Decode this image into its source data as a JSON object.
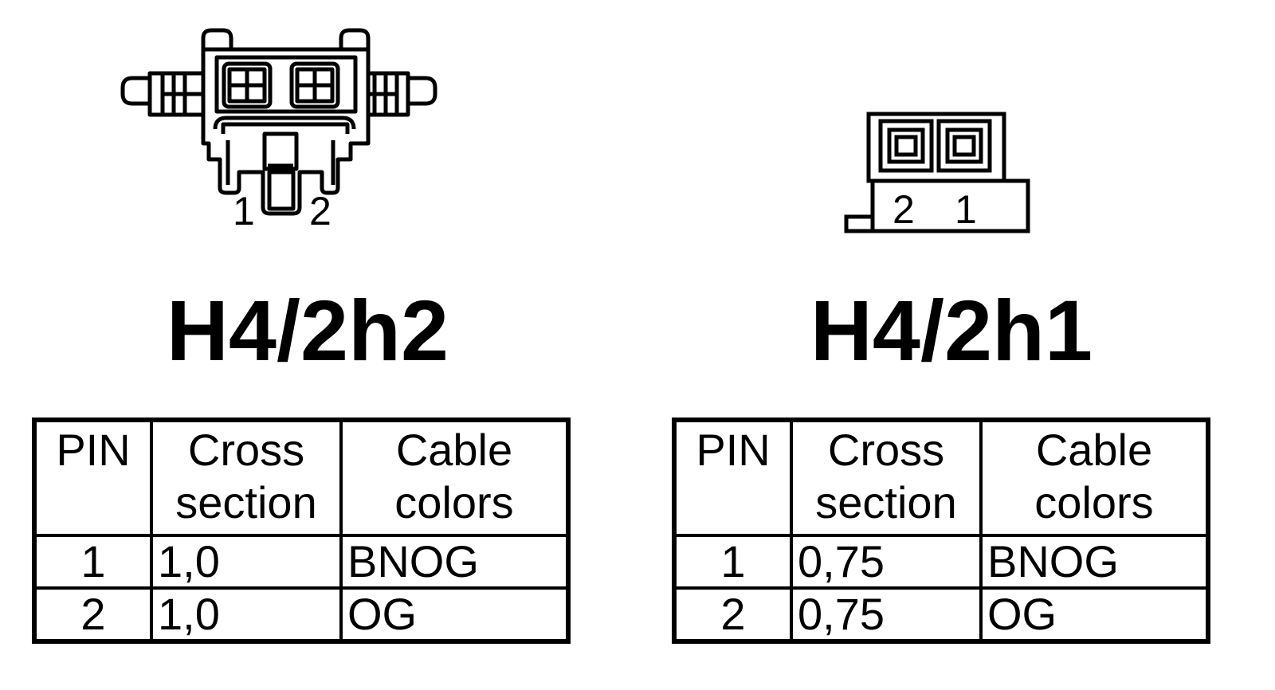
{
  "connectors": [
    {
      "title": "H4/2h2",
      "pin_labels": [
        "1",
        "2"
      ],
      "table": {
        "headers": {
          "pin": "PIN",
          "cross_section": [
            "Cross",
            "section"
          ],
          "cable_colors": [
            "Cable",
            "colors"
          ]
        },
        "rows": [
          {
            "pin": "1",
            "cross_section": "1,0",
            "cable_color": "BNOG"
          },
          {
            "pin": "2",
            "cross_section": "1,0",
            "cable_color": "OG"
          }
        ]
      }
    },
    {
      "title": "H4/2h1",
      "pin_labels": [
        "2",
        "1"
      ],
      "table": {
        "headers": {
          "pin": "PIN",
          "cross_section": [
            "Cross",
            "section"
          ],
          "cable_colors": [
            "Cable",
            "colors"
          ]
        },
        "rows": [
          {
            "pin": "1",
            "cross_section": "0,75",
            "cable_color": "BNOG"
          },
          {
            "pin": "2",
            "cross_section": "0,75",
            "cable_color": "OG"
          }
        ]
      }
    }
  ]
}
